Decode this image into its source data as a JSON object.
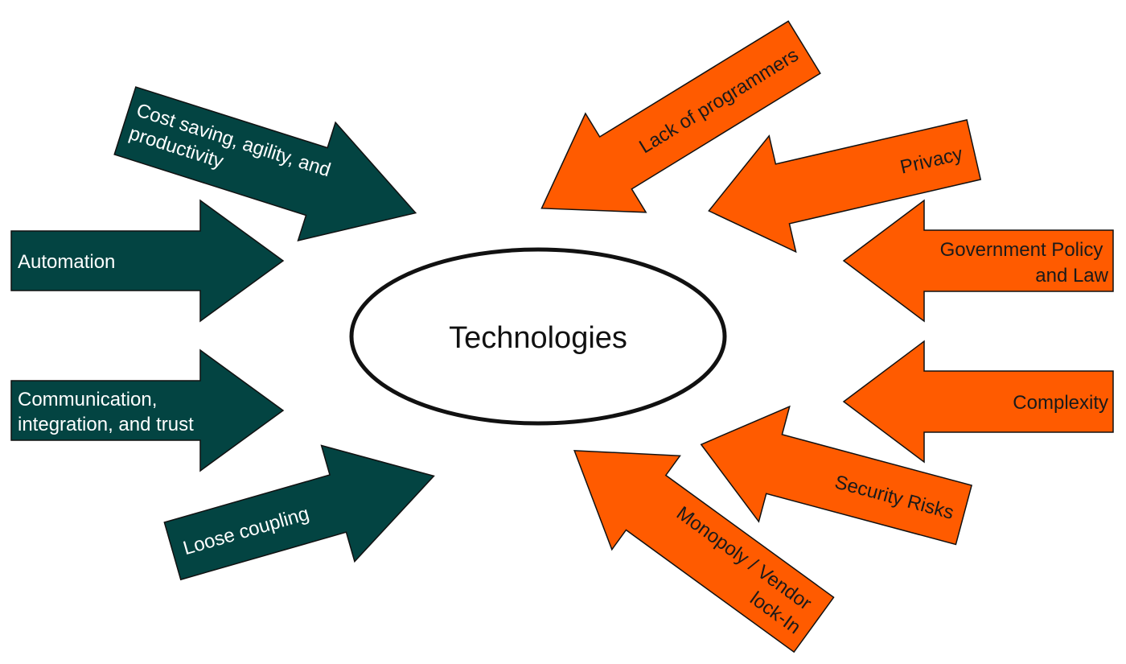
{
  "center": {
    "label": "Technologies"
  },
  "colors": {
    "driver_fill": "#034442",
    "driver_text": "#ffffff",
    "barrier_fill": "#ff5b00",
    "barrier_text": "#1a1a1a",
    "outline": "#111111"
  },
  "drivers": [
    {
      "id": "cost",
      "label_lines": [
        "Cost saving, agility, and",
        "productivity"
      ],
      "icon": "arrow-right-icon"
    },
    {
      "id": "automation",
      "label_lines": [
        "Automation"
      ],
      "icon": "arrow-right-icon"
    },
    {
      "id": "communication",
      "label_lines": [
        "Communication,",
        "integration, and trust"
      ],
      "icon": "arrow-right-icon"
    },
    {
      "id": "loose-coupling",
      "label_lines": [
        "Loose coupling"
      ],
      "icon": "arrow-right-icon"
    }
  ],
  "barriers": [
    {
      "id": "lack-of-programmers",
      "label_lines": [
        "Lack of programmers"
      ],
      "icon": "arrow-left-icon"
    },
    {
      "id": "privacy",
      "label_lines": [
        "Privacy"
      ],
      "icon": "arrow-left-icon"
    },
    {
      "id": "government-policy",
      "label_lines": [
        "Government Policy",
        "and Law"
      ],
      "icon": "arrow-left-icon"
    },
    {
      "id": "complexity",
      "label_lines": [
        "Complexity"
      ],
      "icon": "arrow-left-icon"
    },
    {
      "id": "security-risks",
      "label_lines": [
        "Security Risks"
      ],
      "icon": "arrow-left-icon"
    },
    {
      "id": "monopoly",
      "label_lines": [
        "Monopoly / Vendor",
        "lock-In"
      ],
      "icon": "arrow-left-icon"
    }
  ]
}
